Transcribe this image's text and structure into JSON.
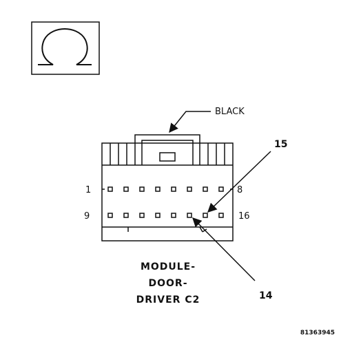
{
  "labels": {
    "color": "BLACK",
    "pin_top_left": "1",
    "pin_top_right": "8",
    "pin_bottom_left": "9",
    "pin_bottom_right": "16",
    "callout_upper": "15",
    "callout_lower": "14",
    "title_line1": "MODULE-",
    "title_line2": "DOOR-",
    "title_line3": "DRIVER C2",
    "ref_code": "81363945"
  },
  "icons": {
    "symbol": "omega-symbol-icon"
  },
  "colors": {
    "ink": "#111111",
    "background": "#ffffff"
  }
}
